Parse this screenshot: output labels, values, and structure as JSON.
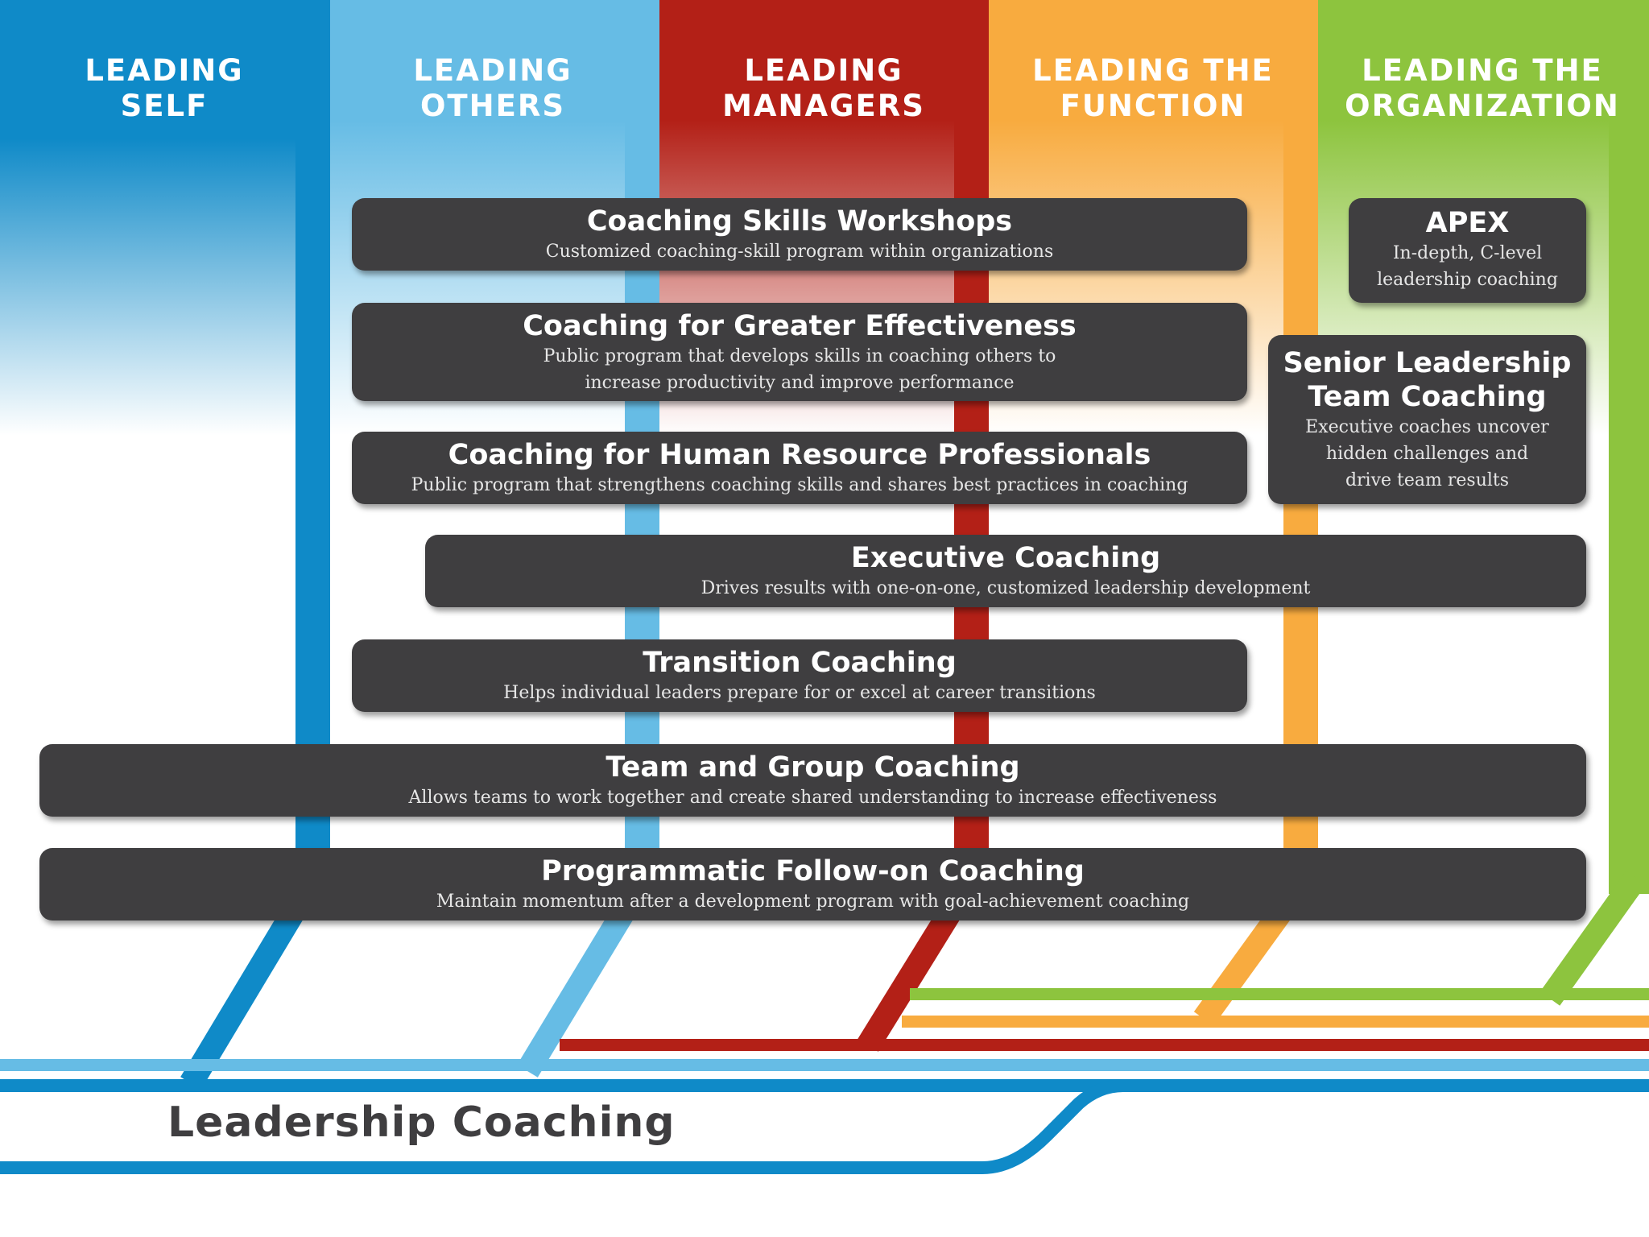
{
  "colors": {
    "leading_self": "#0f8ac8",
    "leading_others": "#66bce5",
    "leading_managers": "#b32017",
    "leading_function": "#f8ab3f",
    "leading_organization": "#8dc43e",
    "card_fill": "#3f3e40"
  },
  "columns": [
    {
      "lines": [
        "LEADING",
        "SELF"
      ]
    },
    {
      "lines": [
        "LEADING",
        "OTHERS"
      ]
    },
    {
      "lines": [
        "LEADING",
        "MANAGERS"
      ]
    },
    {
      "lines": [
        "LEADING THE",
        "FUNCTION"
      ]
    },
    {
      "lines": [
        "LEADING THE",
        "ORGANIZATION"
      ]
    }
  ],
  "programs": {
    "coaching_skills_workshops": {
      "title": "Coaching Skills Workshops",
      "desc": "Customized coaching-skill program within organizations"
    },
    "coaching_greater_effectiveness": {
      "title": "Coaching for Greater Effectiveness",
      "desc_lines": [
        "Public program that develops skills in coaching others to",
        "increase productivity and improve performance"
      ]
    },
    "coaching_hr_professionals": {
      "title": "Coaching for Human Resource Professionals",
      "desc": "Public program that strengthens coaching skills and shares best practices in coaching"
    },
    "apex": {
      "title": "APEX",
      "desc_lines": [
        "In-depth, C-level",
        "leadership coaching"
      ]
    },
    "senior_leadership_team_coaching": {
      "title_lines": [
        "Senior Leadership",
        "Team Coaching"
      ],
      "desc_lines": [
        "Executive coaches uncover",
        "hidden challenges and",
        "drive team results"
      ]
    },
    "executive_coaching": {
      "title": "Executive Coaching",
      "desc": "Drives results with one-on-one, customized leadership development"
    },
    "transition_coaching": {
      "title": "Transition Coaching",
      "desc": "Helps individual leaders prepare for or excel at career transitions"
    },
    "team_group_coaching": {
      "title": "Team and Group Coaching",
      "desc": "Allows teams to work together and create shared understanding to increase effectiveness"
    },
    "programmatic_follow_on": {
      "title": "Programmatic Follow-on Coaching",
      "desc": "Maintain momentum after a development program with goal-achievement coaching"
    }
  },
  "footer": {
    "title": "Leadership Coaching"
  }
}
